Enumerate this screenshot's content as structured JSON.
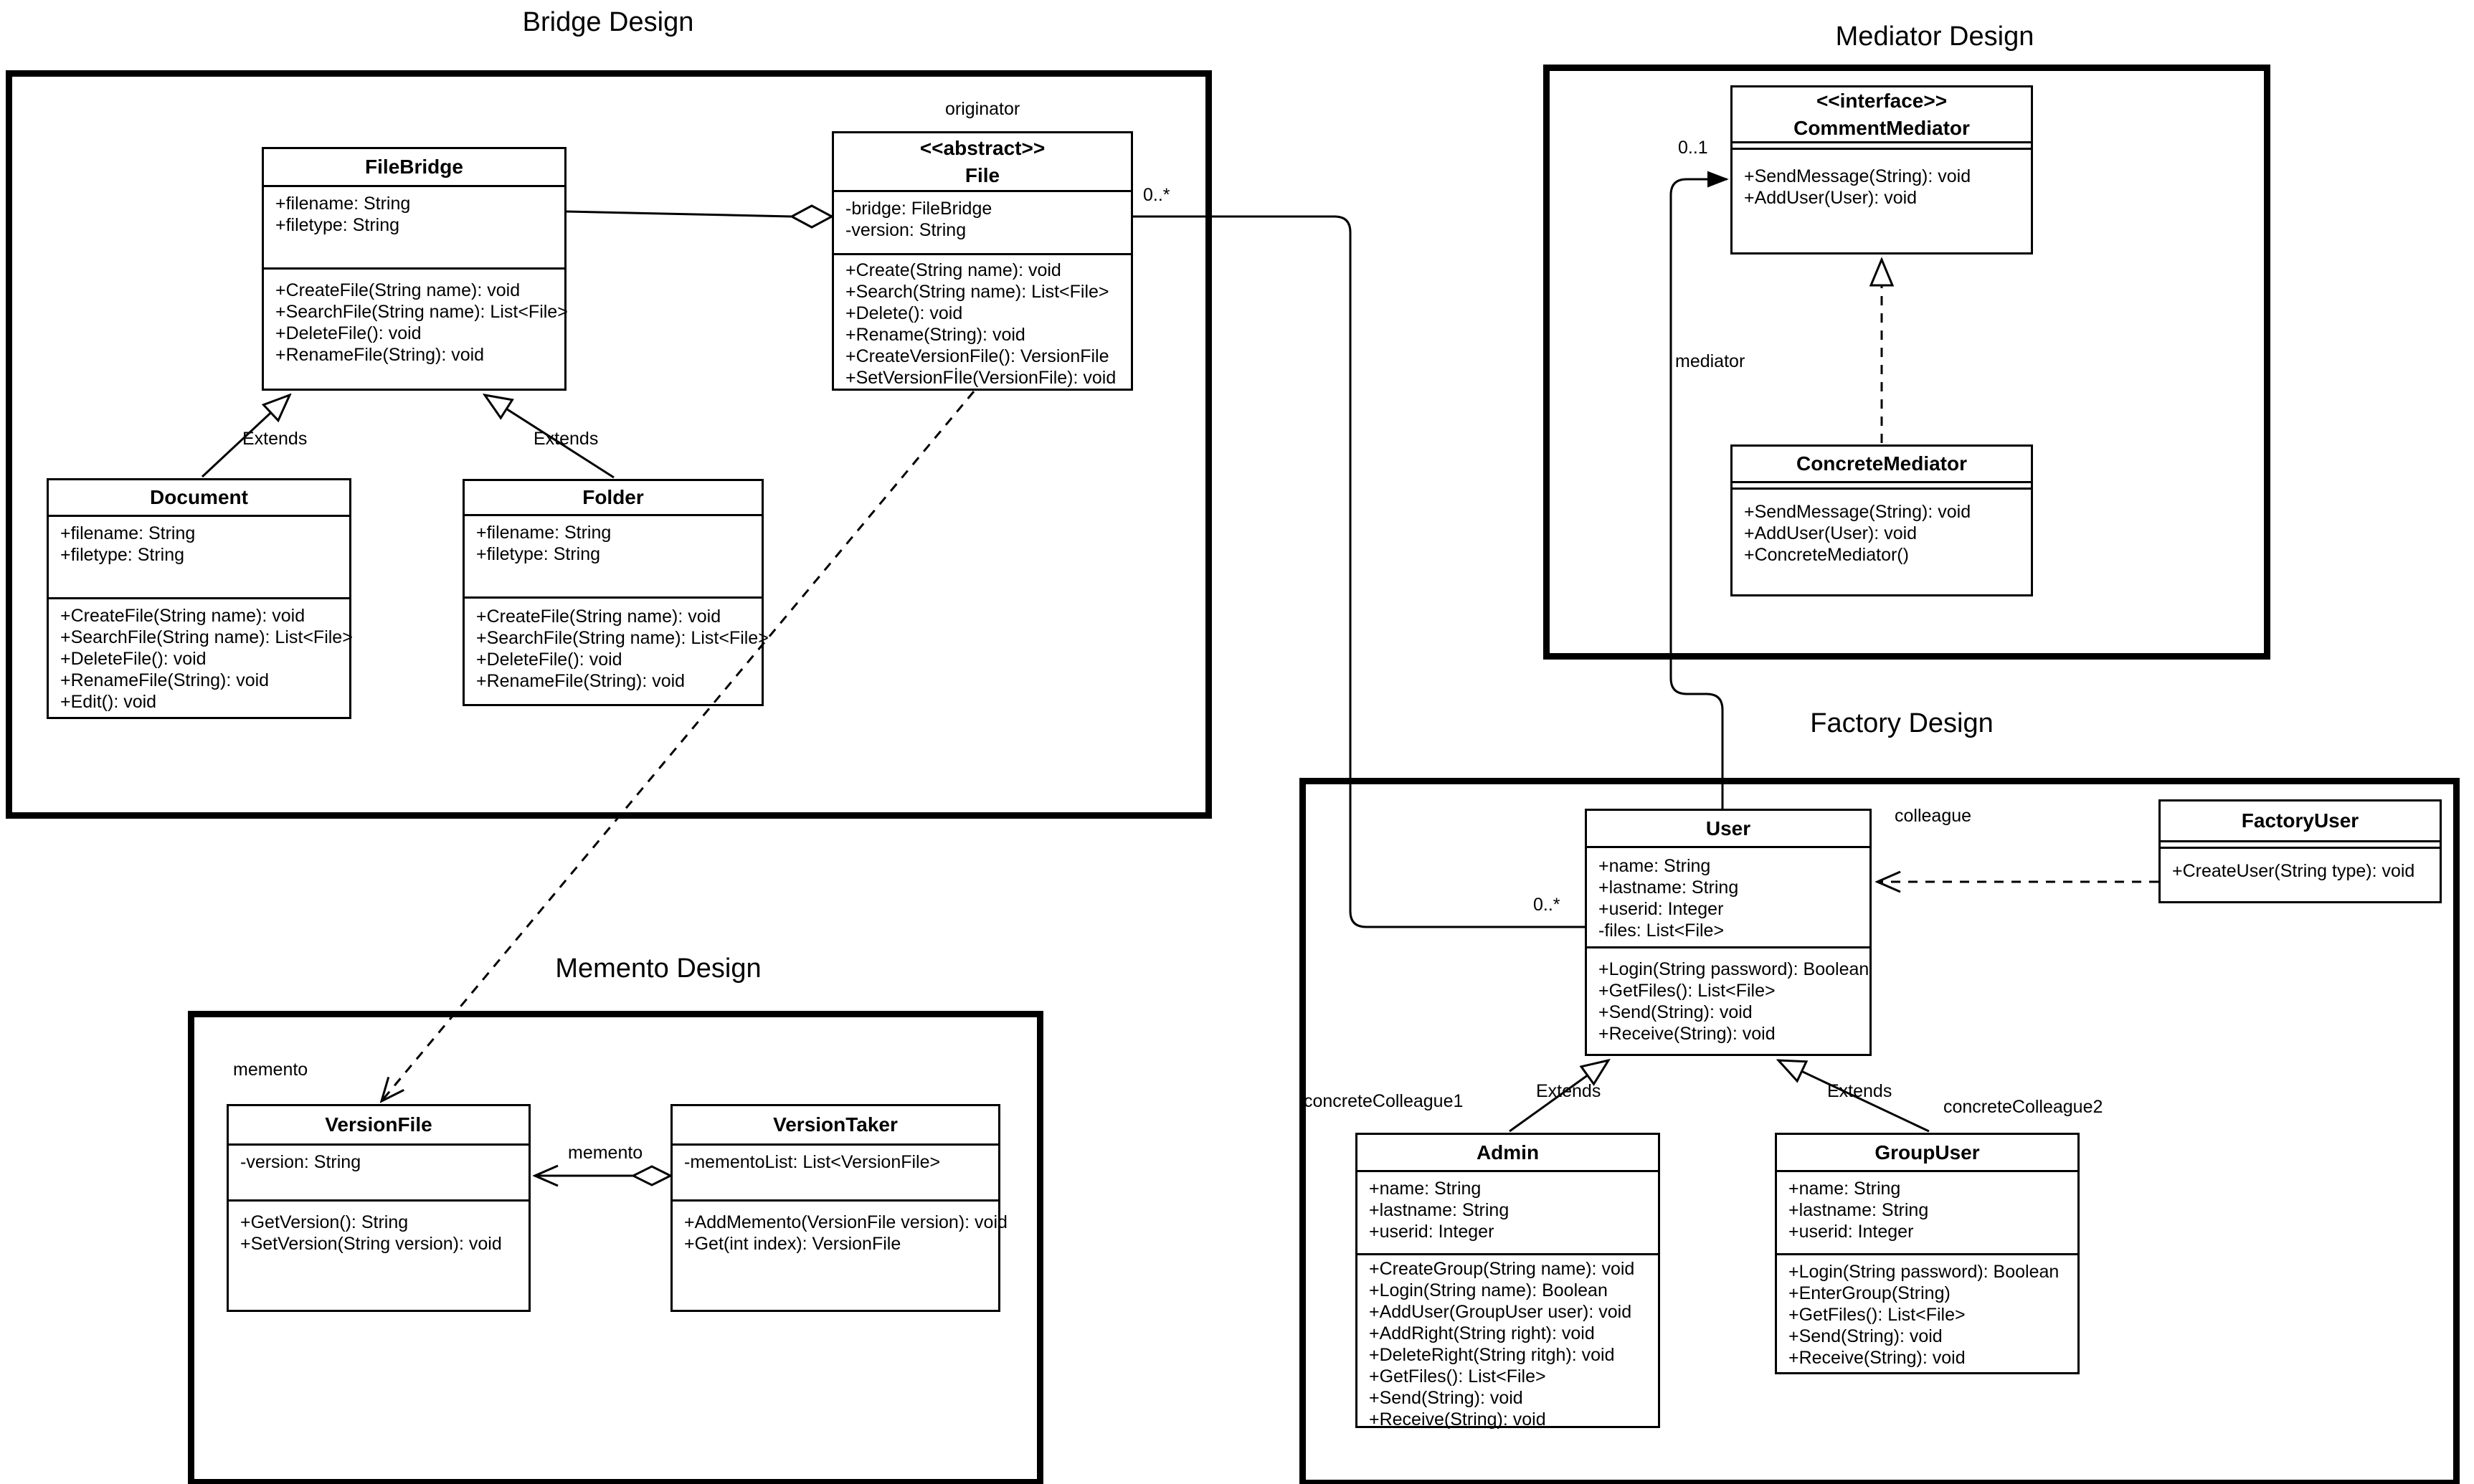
{
  "diagram": {
    "titles": {
      "bridge": "Bridge Design",
      "mediator": "Mediator Design",
      "memento": "Memento Design",
      "factory": "Factory Design"
    },
    "labels": {
      "originator": "originator",
      "file_multiplicity": "0..*",
      "user_multiplicity": "0..*",
      "mediator_multiplicity": "0..1",
      "mediator_role": "mediator",
      "colleague_role": "colleague",
      "concrete_colleague1": "concreteColleague1",
      "concrete_colleague2": "concreteColleague2",
      "memento_region": "memento",
      "memento_role": "memento",
      "extends_document": "Extends",
      "extends_folder": "Extends",
      "extends_admin": "Extends",
      "extends_groupuser": "Extends"
    },
    "classes": {
      "file_bridge": {
        "name": "FileBridge",
        "attributes": [
          "+filename: String",
          "+filetype: String"
        ],
        "methods": [
          "+CreateFile(String name): void",
          "+SearchFile(String name): List<File>",
          "+DeleteFile(): void",
          "+RenameFile(String): void"
        ]
      },
      "file": {
        "stereotype": "<<abstract>>",
        "name": "File",
        "attributes": [
          "-bridge: FileBridge",
          "-version: String"
        ],
        "methods": [
          "+Create(String name): void",
          "+Search(String name): List<File>",
          "+Delete(): void",
          "+Rename(String): void",
          "+CreateVersionFile(): VersionFile",
          "+SetVersionFİle(VersionFile): void"
        ]
      },
      "document": {
        "name": "Document",
        "attributes": [
          "+filename: String",
          "+filetype: String"
        ],
        "methods": [
          "+CreateFile(String name): void",
          "+SearchFile(String name): List<File>",
          "+DeleteFile(): void",
          "+RenameFile(String): void",
          "+Edit(): void"
        ]
      },
      "folder": {
        "name": "Folder",
        "attributes": [
          "+filename: String",
          "+filetype: String"
        ],
        "methods": [
          "+CreateFile(String name): void",
          "+SearchFile(String name): List<File>",
          "+DeleteFile(): void",
          "+RenameFile(String): void"
        ]
      },
      "comment_mediator": {
        "stereotype": "<<interface>>",
        "name": "CommentMediator",
        "methods": [
          "+SendMessage(String): void",
          "+AddUser(User): void"
        ]
      },
      "concrete_mediator": {
        "name": "ConcreteMediator",
        "methods": [
          "+SendMessage(String): void",
          "+AddUser(User): void",
          "+ConcreteMediator()"
        ]
      },
      "version_file": {
        "name": "VersionFile",
        "attributes": [
          "-version: String"
        ],
        "methods": [
          "+GetVersion(): String",
          "+SetVersion(String version): void"
        ]
      },
      "version_taker": {
        "name": "VersionTaker",
        "attributes": [
          "-mementoList: List<VersionFile>"
        ],
        "methods": [
          "+AddMemento(VersionFile version): void",
          "+Get(int index): VersionFile"
        ]
      },
      "user": {
        "name": "User",
        "attributes": [
          "+name: String",
          "+lastname: String",
          "+userid: Integer",
          "-files: List<File>"
        ],
        "methods": [
          "+Login(String password): Boolean",
          "+GetFiles(): List<File>",
          "+Send(String): void",
          "+Receive(String): void"
        ]
      },
      "admin": {
        "name": "Admin",
        "attributes": [
          "+name: String",
          "+lastname: String",
          "+userid: Integer"
        ],
        "methods": [
          "+CreateGroup(String name): void",
          "+Login(String name): Boolean",
          "+AddUser(GroupUser user): void",
          "+AddRight(String right): void",
          "+DeleteRight(String ritgh): void",
          "+GetFiles(): List<File>",
          "+Send(String): void",
          "+Receive(String): void"
        ]
      },
      "group_user": {
        "name": "GroupUser",
        "attributes": [
          "+name: String",
          "+lastname: String",
          "+userid: Integer"
        ],
        "methods": [
          "+Login(String password): Boolean",
          "+EnterGroup(String)",
          "+GetFiles(): List<File>",
          "+Send(String): void",
          "+Receive(String): void"
        ]
      },
      "factory_user": {
        "name": "FactoryUser",
        "methods": [
          "+CreateUser(String type): void"
        ]
      }
    }
  }
}
